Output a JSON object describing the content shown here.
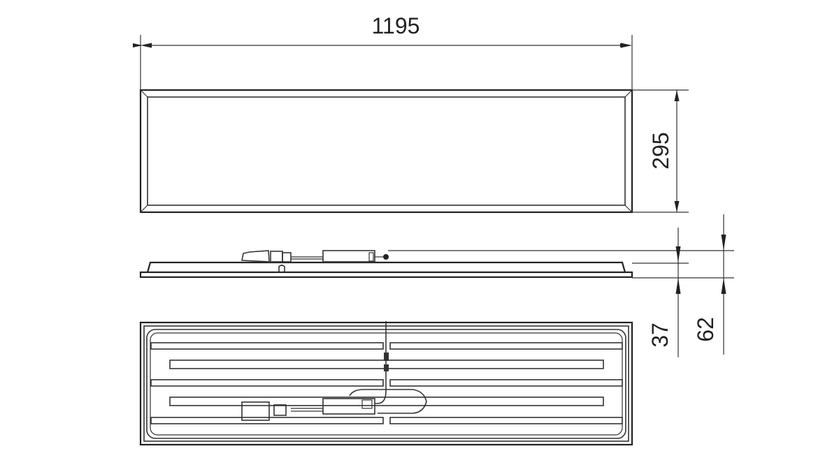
{
  "drawing": {
    "dimensions": {
      "length": "1195",
      "width": "295",
      "height_body": "37",
      "height_total": "62"
    },
    "views": [
      "top-view",
      "side-view",
      "bottom-view"
    ],
    "line_color": "#222222"
  }
}
